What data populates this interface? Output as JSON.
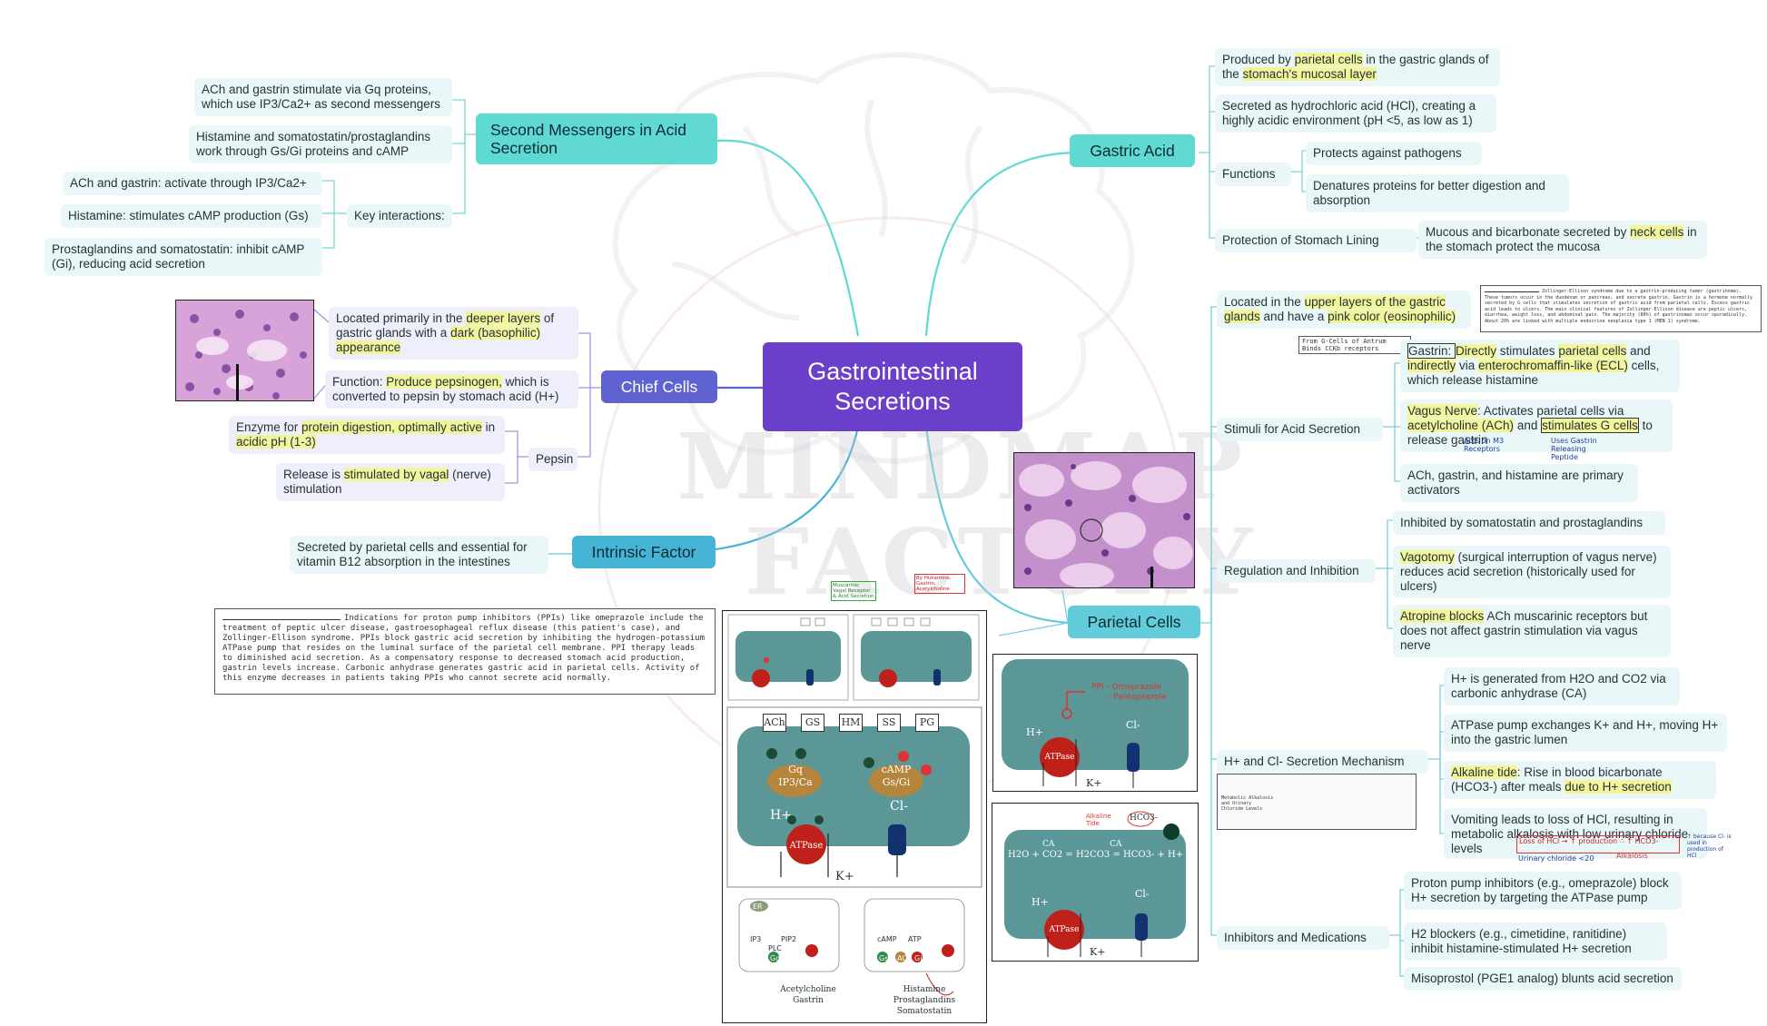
{
  "center": {
    "title_line1": "Gastrointestinal",
    "title_line2": "Secretions"
  },
  "watermark": {
    "line1": "MINDMAP",
    "line2": "FACTORY"
  },
  "second_messengers": {
    "title": "Second Messengers in Acid Secretion",
    "ach_gastrin": "ACh and gastrin stimulate via Gq proteins, which use IP3/Ca2+ as second messengers",
    "histamine_somato": "Histamine and somatostatin/prostaglandins work through Gs/Gi proteins and cAMP",
    "key_interactions": "Key interactions:",
    "ki_1": "ACh and gastrin: activate through IP3/Ca2+",
    "ki_2": "Histamine: stimulates cAMP production (Gs)",
    "ki_3": "Prostaglandins and somatostatin: inhibit cAMP (Gi), reducing acid secretion"
  },
  "chief_cells": {
    "title": "Chief Cells",
    "loc_1": "Located primarily in the ",
    "loc_hl1": "deeper layers",
    "loc_2": " of gastric glands with a ",
    "loc_hl2": "dark (basophilic) appearance",
    "func_1": "Function: ",
    "func_hl": "Produce pepsinogen,",
    "func_2": " which is converted to pepsin by stomach acid (H+)",
    "pepsin": "Pepsin",
    "enzyme_1": "Enzyme for ",
    "enzyme_hl1": "protein digestion, optimally active",
    "enzyme_2": " in ",
    "enzyme_hl2": "acidic pH (1-3)",
    "release_1": "Release is ",
    "release_hl": "stimulated by vagal",
    "release_2": " (nerve) stimulation"
  },
  "intrinsic_factor": {
    "title": "Intrinsic Factor",
    "desc": "Secreted by parietal cells and essential for vitamin B12 absorption in the intestines"
  },
  "ppi_note": "Indications for proton pump inhibitors (PPIs) like omeprazole include the treatment of peptic ulcer disease, gastroesophageal reflux disease (this patient's case), and Zollinger-Ellison syndrome. PPIs block gastric acid secretion by inhibiting the hydrogen-potassium ATPase pump that resides on the luminal surface of the parietal cell membrane. PPI therapy leads to diminished acid secretion. As a compensatory response to decreased stomach acid production, gastrin levels increase. Carbonic anhydrase generates gastric acid in parietal cells. Activity of this enzyme decreases in patients taking PPIs who cannot secrete acid normally.",
  "gastric_acid": {
    "title": "Gastric Acid",
    "produced_1": "Produced by ",
    "produced_hl1": "parietal cells",
    "produced_2": " in the gastric glands of the ",
    "produced_hl2": "stomach's mucosal layer",
    "secreted": "Secreted as hydrochloric acid (HCl), creating a highly acidic environment (pH <5, as low as 1)",
    "functions": "Functions",
    "func_1": "Protects against pathogens",
    "func_2": "Denatures proteins for better digestion and absorption",
    "protection": "Protection of Stomach Lining",
    "mucous_1": "Mucous and bicarbonate secreted by ",
    "mucous_hl": "neck cells",
    "mucous_2": " in the stomach protect the mucosa"
  },
  "parietal": {
    "title": "Parietal Cells",
    "located_1": "Located in the ",
    "located_hl1": "upper layers of the gastric glands",
    "located_2": " and have a ",
    "located_hl2": "pink color (eosinophilic)",
    "zes_note": "Zollinger-Ellison syndrome due to a gastrin-producing tumor (gastrinoma). These tumors occur in the duodenum or pancreas, and secrete gastrin. Gastrin is a hormone normally secreted by G cells that stimulates secretion of gastric acid from parietal cells. Excess gastric acid leads to ulcers. The main clinical features of Zollinger-Ellison disease are peptic ulcers, diarrhea, weight loss, and abdominal pain. The majority (80%) of gastrinomas occur sporadically. About 20% are linked with multiple endocrine neoplasia type 1 (MEN 1) syndrome.",
    "stimuli": "Stimuli for Acid Secretion",
    "gastrin_1": "Gastrin: ",
    "gastrin_hl1": "Directly",
    "gastrin_2": " stimulates ",
    "gastrin_hl2": "parietal cells",
    "gastrin_3": " and ",
    "gastrin_hl3": "indirectly",
    "gastrin_4": " via ",
    "gastrin_hl4": "enterochromaffin-like (ECL)",
    "gastrin_5": " cells, which release histamine",
    "gastrin_annot": "From G-Cells of Antrum Binds CCKb receptors",
    "vagus_hl": "Vagus Nerve",
    "vagus_1": ": Activates parietal cells via ",
    "vagus_hl2": "acetylcholine (ACh)",
    "vagus_2": " and ",
    "vagus_hl3": "stimulates G cells",
    "vagus_3": " to release gastrin",
    "vagus_annot1": "Acts on M3 Receptors",
    "vagus_annot2": "Uses Gastrin Releasing Peptide",
    "primary": "ACh, gastrin, and histamine are primary activators",
    "regulation": "Regulation and Inhibition",
    "reg_1": "Inhibited by somatostatin and prostaglandins",
    "vagotomy_hl": "Vagotomy",
    "vagotomy": " (surgical interruption of vagus nerve) reduces acid secretion (historically used for ulcers)",
    "atropine_hl": "Atropine blocks",
    "atropine": " ACh muscarinic receptors but does not affect gastrin stimulation via vagus nerve",
    "mechanism": "H+ and Cl- Secretion Mechanism",
    "mech_1": "H+ is generated from H2O and CO2 via carbonic anhydrase (CA)",
    "mech_2": "ATPase pump exchanges K+ and H+, moving H+ into the gastric lumen",
    "alk_hl": "Alkaline tide",
    "alk_1": ": Rise in blood bicarbonate (HCO3-) after meals ",
    "alk_hl2": "due to H+ secretion",
    "vomit": "Vomiting leads to loss of HCl, resulting in metabolic alkalosis with low urinary chloride levels",
    "vomit_annot": "Loss of HCl → ↑ production ∴ ↑ HCO3-",
    "vomit_annot2": "Alkalosis",
    "vomit_annot3": "Urinary chloride <20",
    "vomit_annot4": "↑ because Cl- is used in production of HCl",
    "inhibitors": "Inhibitors and Medications",
    "inh_1": "Proton pump inhibitors (e.g., omeprazole) block H+ secretion by targeting the ATPase pump",
    "inh_2": "H2 blockers (e.g., cimetidine, ranitidine) inhibit histamine-stimulated H+ secretion",
    "inh_3": "Misoprostol (PGE1 analog) blunts acid secretion",
    "alkalosis_card_title": "Metabolic Alkalosis and Urinary Chloride Levels"
  },
  "diagram": {
    "annot_green": "Muscarinic Vagal Receptor & Acid Secretion",
    "annot_red": "By Histamine, Gastrin, Acetylcholine",
    "receptors": [
      "ACh",
      "GS",
      "HM",
      "SS",
      "PG"
    ],
    "gq": "Gq",
    "ip3": "IP3/Ca",
    "camp": "cAMP",
    "gsgi": "Gs/Gi",
    "hplus": "H+",
    "clminus": "Cl-",
    "kplus": "K+",
    "atpase": "ATPase",
    "ppi_label": "PPI - Omeprazole",
    "ppi_label2": "- Pantoprazole",
    "equation": "H2O + CO2 = H2CO3 = HCO3- + H+",
    "ca": "CA",
    "hco3": "HCO3-",
    "alk_tide": "Alkaline Tide",
    "bottom_left_1": "Acetylcholine",
    "bottom_left_2": "Gastrin",
    "bottom_right_1": "Histamine",
    "bottom_right_2": "Prostaglandins",
    "bottom_right_3": "Somatostatin",
    "er": "ER",
    "ip3_small": "IP3",
    "pip2": "PIP2",
    "plc": "PLC",
    "gq_small": "Gq",
    "camp_small": "cAMP",
    "atp": "ATP",
    "gs_small": "Gs",
    "ac": "AC",
    "gi": "Gi"
  }
}
